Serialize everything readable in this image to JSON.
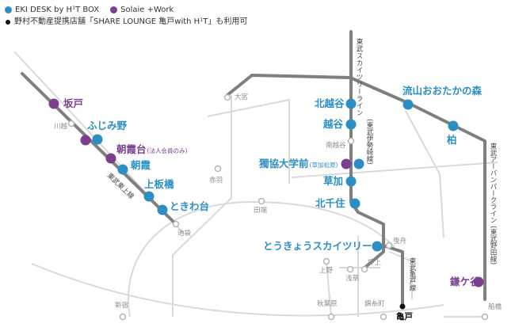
{
  "colors": {
    "eki_desk": "#2b8fc4",
    "solaie": "#7a3f8f",
    "share_lounge": "#111111",
    "main_line": "#7f7f7f",
    "other_line": "#d9d9d9"
  },
  "legend": {
    "eki_desk": "EKI DESK by H¹T BOX",
    "solaie": "Solaie +Work",
    "share_lounge": "野村不動産提携店舗「SHARE LOUNGE 亀戸with H¹T」も利用可"
  },
  "stations": {
    "sakado": "坂戸",
    "fujimino": "ふじみ野",
    "asakadai": "朝霞台",
    "asakadai_note": "(法人会員のみ)",
    "asaka": "朝霞",
    "kamiitabashi": "上板橋",
    "tokiwadai": "ときわ台",
    "kitakoshigaya": "北越谷",
    "koshigaya": "越谷",
    "dokkyo": "獨協大学前",
    "dokkyo_note": "(草加松原)",
    "soka": "草加",
    "kitasenju": "北千住",
    "tokyo_skytree": "とうきょうスカイツリー",
    "nagareyama": "流山おおたかの森",
    "kashiwa": "柏",
    "kamagaya": "鎌ケ谷",
    "kameido": "亀戸"
  },
  "minor_stations": {
    "kawagoe": "川越",
    "ikebukuro": "池袋",
    "omiya": "大宮",
    "akabane": "赤羽",
    "tabata": "田端",
    "minamikoshigaya": "南越谷",
    "shinjuku": "新宿",
    "ueno": "上野",
    "oshiage": "押上",
    "asakusa": "浅草",
    "hikifune": "曳舟",
    "akihabara": "秋葉原",
    "kinshicho": "錦糸町",
    "funabashi": "船橋"
  },
  "line_names": {
    "tojo": "東武東上線",
    "skytree": "東武スカイツリーライン",
    "skytree_sub": "(東武伊勢崎線)",
    "urban_park": "東武アーバンパークライン",
    "urban_park_sub": "(東武野田線)",
    "kameido": "東武亀戸線"
  }
}
